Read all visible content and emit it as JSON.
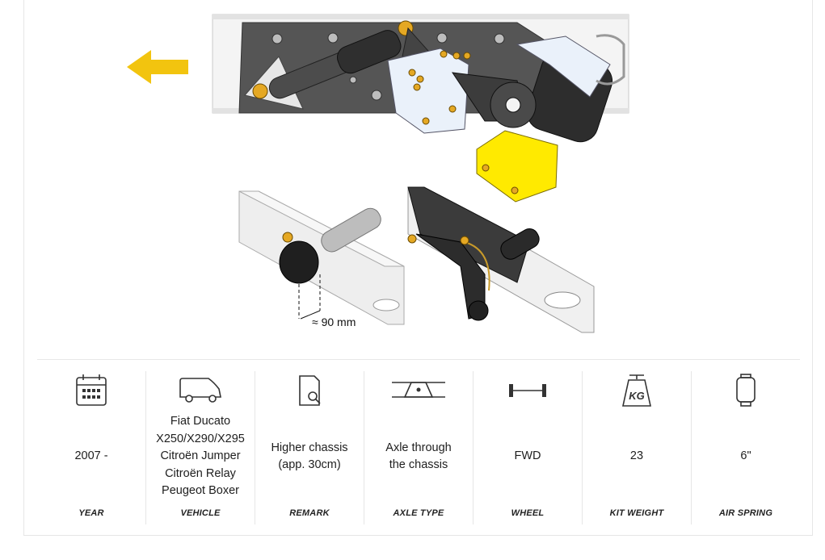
{
  "annotation": {
    "dimension": "≈ 90 mm"
  },
  "colors": {
    "accent": "#f2c40f",
    "label": "#222222",
    "divider": "#e6e6e6"
  },
  "specs": [
    {
      "icon": "calendar-icon",
      "value": "2007 -",
      "label": "YEAR"
    },
    {
      "icon": "van-icon",
      "value": "Fiat Ducato\nX250/X290/X295\nCitroën Jumper\nCitroën Relay\nPeugeot Boxer",
      "label": "VEHICLE"
    },
    {
      "icon": "document-search-icon",
      "value": "Higher chassis\n(app. 30cm)",
      "label": "REMARK"
    },
    {
      "icon": "axle-through-chassis-icon",
      "value": "Axle through\nthe chassis",
      "label": "AXLE TYPE"
    },
    {
      "icon": "axle-icon",
      "value": "FWD",
      "label": "WHEEL"
    },
    {
      "icon": "weight-kg-icon",
      "value": "23",
      "label": "KIT WEIGHT"
    },
    {
      "icon": "air-spring-icon",
      "value": "6\"",
      "label": "AIR SPRING"
    }
  ]
}
